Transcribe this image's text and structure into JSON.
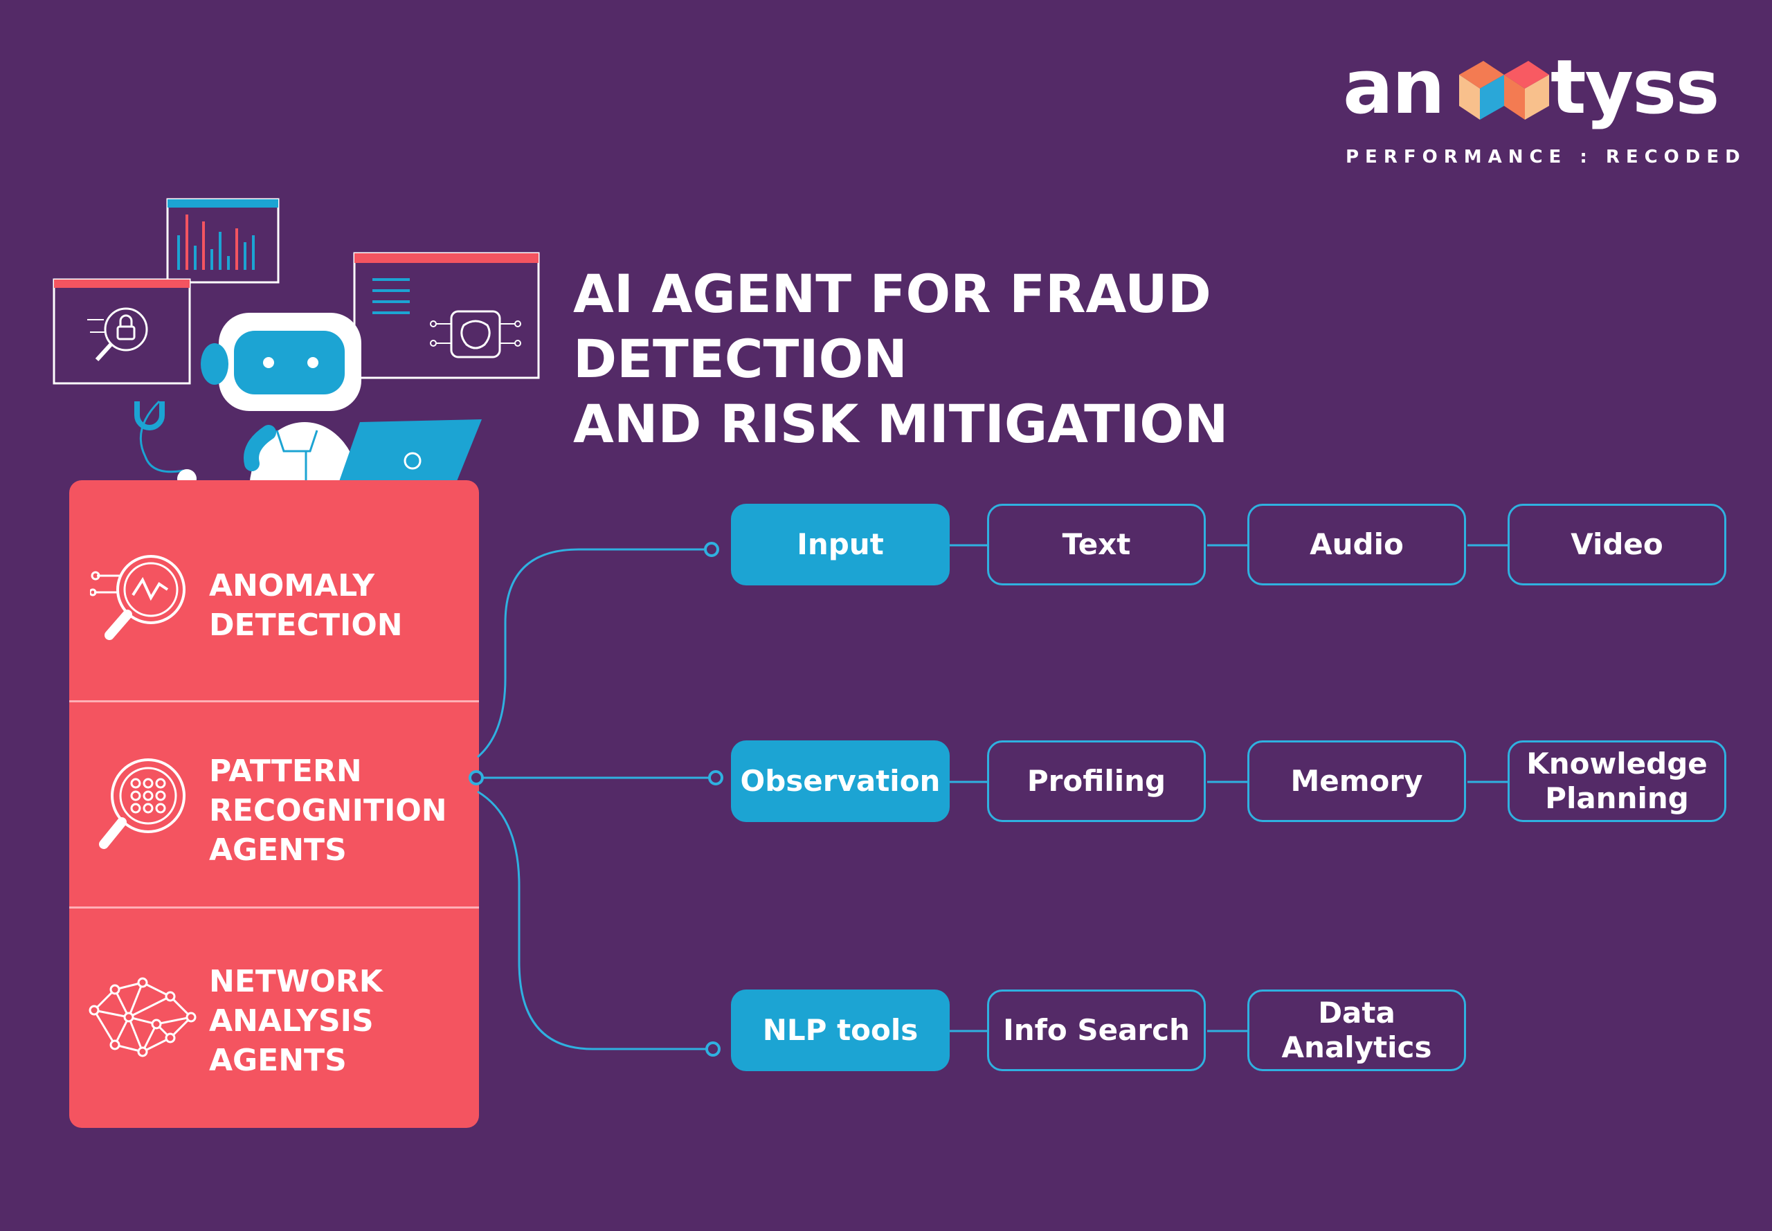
{
  "brand": {
    "logo_prefix": "an",
    "logo_suffix": "tyss",
    "tagline": "PERFORMANCE : RECODED",
    "colors": {
      "background": "#542a67",
      "accent_red": "#f45460",
      "accent_blue": "#1ca4d3",
      "cube_orange": "#f37b52",
      "cube_pink": "#f85a62",
      "cube_peach": "#f8c08c"
    }
  },
  "title": {
    "line1": "AI AGENT FOR FRAUD DETECTION",
    "line2": "AND RISK MITIGATION"
  },
  "illustration": {
    "description_icons": [
      "lock-magnifier-icon",
      "bar-chart-icon",
      "brain-circuit-icon",
      "robot-icon",
      "laptop-icon",
      "headset-icon"
    ]
  },
  "categories": [
    {
      "line1": "ANOMALY",
      "line2": "DETECTION",
      "icon": "anomaly-magnifier-icon"
    },
    {
      "line1": "PATTERN",
      "line2": "RECOGNITION",
      "line3": "AGENTS",
      "icon": "pattern-magnifier-icon"
    },
    {
      "line1": "NETWORK",
      "line2": "ANALYSIS",
      "line3": "AGENTS",
      "icon": "network-mesh-icon"
    }
  ],
  "branches": [
    {
      "head": "Input",
      "items": [
        "Text",
        "Audio",
        "Video"
      ]
    },
    {
      "head": "Observation",
      "items": [
        "Profiling",
        "Memory",
        {
          "line1": "Knowledge",
          "line2": "Planning"
        }
      ]
    },
    {
      "head": "NLP tools",
      "items": [
        "Info Search",
        {
          "line1": "Data",
          "line2": "Analytics"
        }
      ]
    }
  ]
}
